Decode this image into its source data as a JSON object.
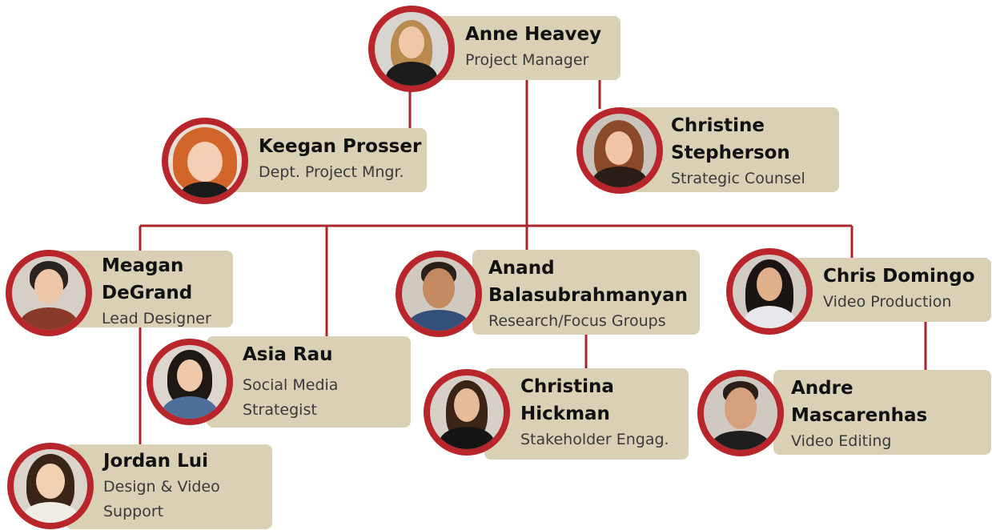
{
  "colors": {
    "accent": "#a8262b",
    "card": "#d9d0b5",
    "line": "#a8262b"
  },
  "people": {
    "anne": {
      "name": "Anne Heavey",
      "role": "Project Manager",
      "photo": "photo-of-anne-heavey"
    },
    "keegan": {
      "name": "Keegan Prosser",
      "role": "Dept. Project Mngr.",
      "photo": "photo-of-keegan-prosser"
    },
    "christine": {
      "name1": "Christine",
      "name2": "Stepherson",
      "role": "Strategic Counsel",
      "photo": "photo-of-christine-stepherson"
    },
    "meagan": {
      "name1": "Meagan",
      "name2": "DeGrand",
      "role": "Lead Designer",
      "photo": "photo-of-meagan-degrand"
    },
    "anand": {
      "name1": "Anand",
      "name2": "Balasubrahmanyan",
      "role": "Research/Focus Groups",
      "photo": "photo-of-anand"
    },
    "chris": {
      "name": "Chris Domingo",
      "role": "Video Production",
      "photo": "photo-of-chris-domingo"
    },
    "asia": {
      "name": "Asia Rau",
      "role1": "Social Media",
      "role2": "Strategist",
      "photo": "photo-of-asia-rau"
    },
    "christina": {
      "name1": "Christina",
      "name2": "Hickman",
      "role": "Stakeholder Engag.",
      "photo": "photo-of-christina-hickman"
    },
    "andre": {
      "name1": "Andre",
      "name2": "Mascarenhas",
      "role": "Video Editing",
      "photo": "photo-of-andre-mascarenhas"
    },
    "jordan": {
      "name": "Jordan Lui",
      "role1": "Design & Video",
      "role2": "Support",
      "photo": "photo-of-jordan-lui"
    }
  }
}
